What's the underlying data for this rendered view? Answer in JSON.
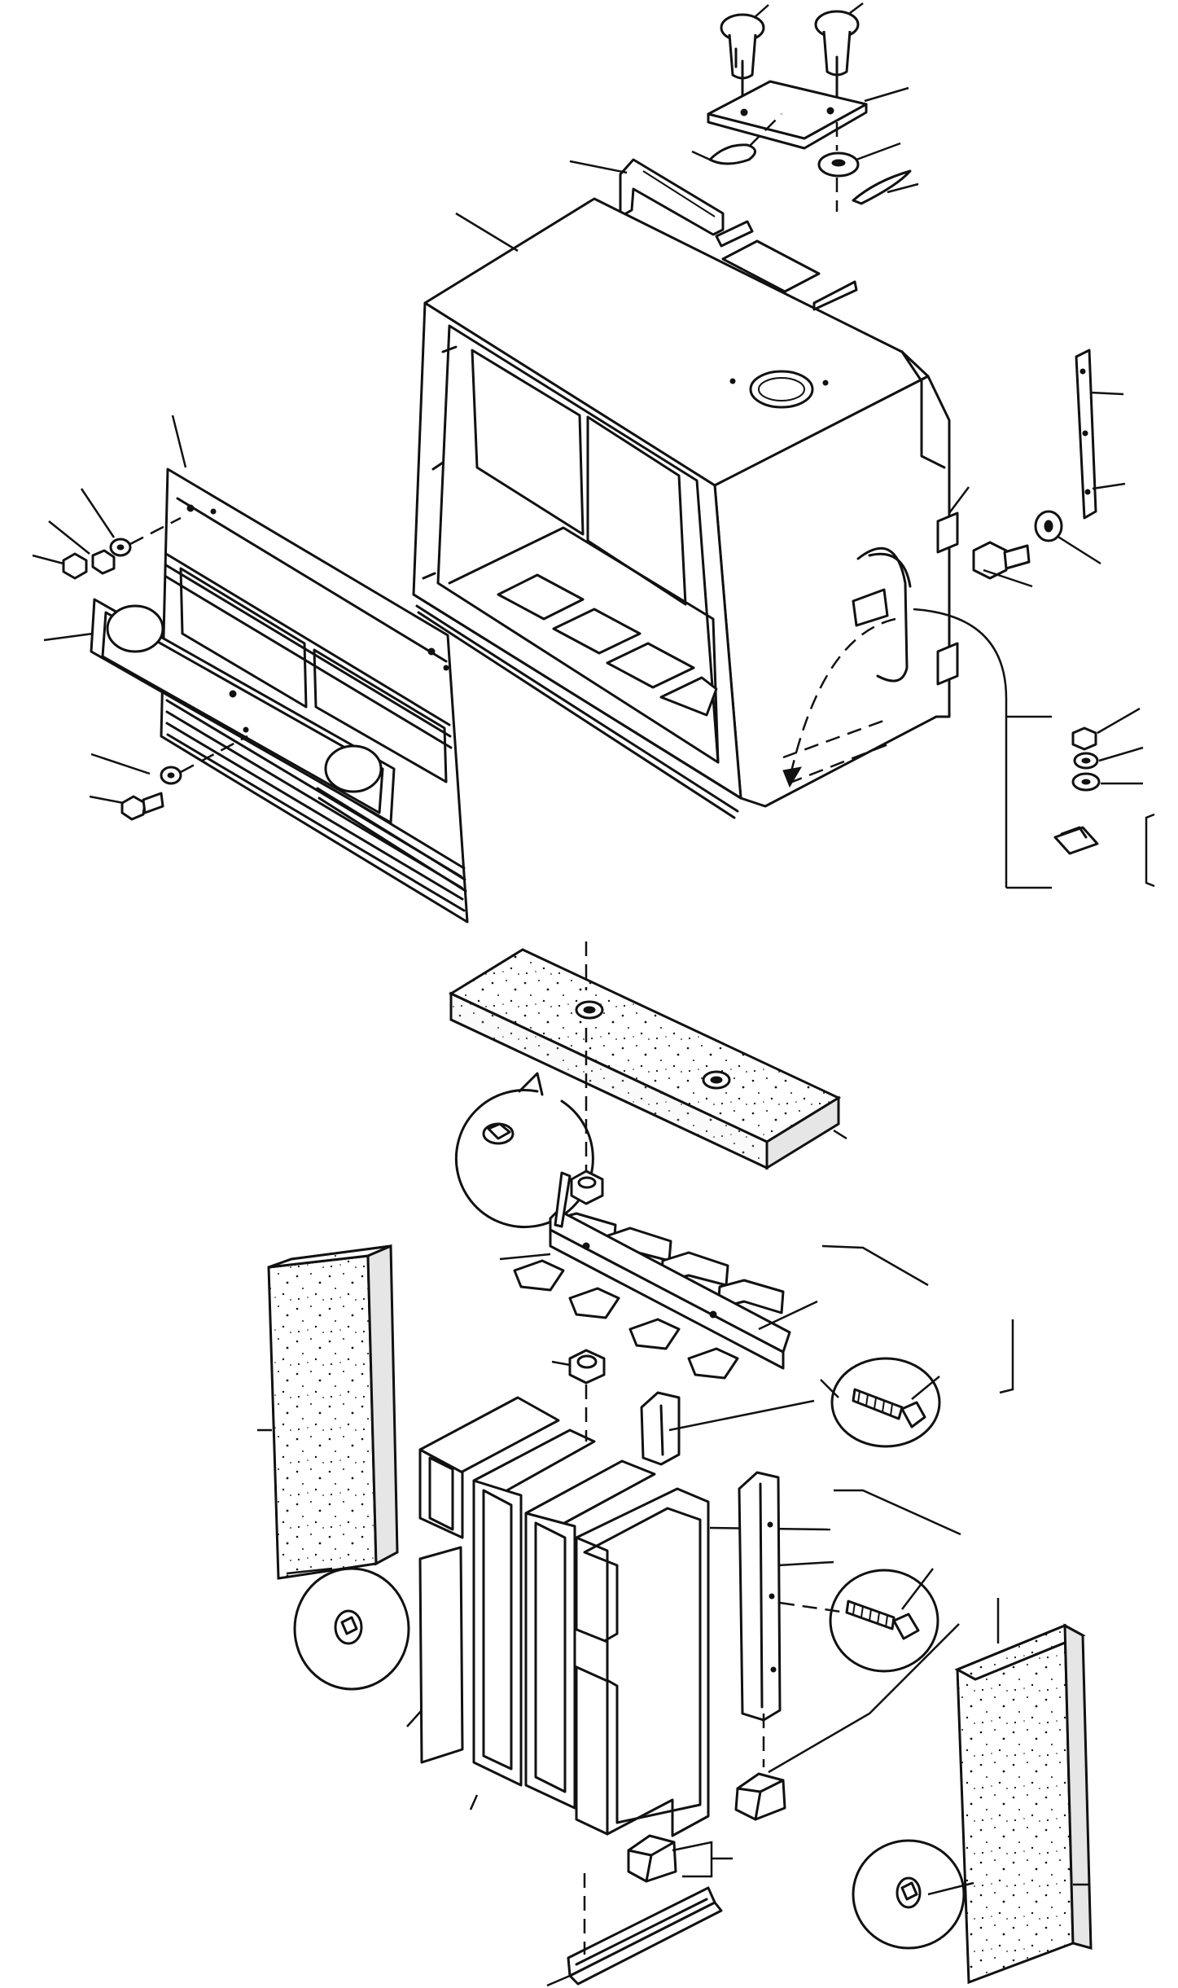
{
  "diagram": {
    "kind": "exploded parts view",
    "colors": {
      "ink": "#111111",
      "paper": "#ffffff",
      "foam_edge": "#e6e6e6"
    },
    "parts": [
      {
        "id": "hood-cover"
      },
      {
        "id": "front-grille"
      },
      {
        "id": "grille-plate"
      },
      {
        "id": "top-foam-panel"
      },
      {
        "id": "mounting-bracket"
      },
      {
        "id": "left-foam-panel"
      },
      {
        "id": "right-foam-panel"
      },
      {
        "id": "insulator-blocks"
      },
      {
        "id": "channel-rail"
      },
      {
        "id": "bottom-rail"
      },
      {
        "id": "hinge-pins"
      },
      {
        "id": "lock-plate"
      },
      {
        "id": "side-strap"
      },
      {
        "id": "tapping-screws"
      },
      {
        "id": "wedge-blocks"
      }
    ]
  }
}
